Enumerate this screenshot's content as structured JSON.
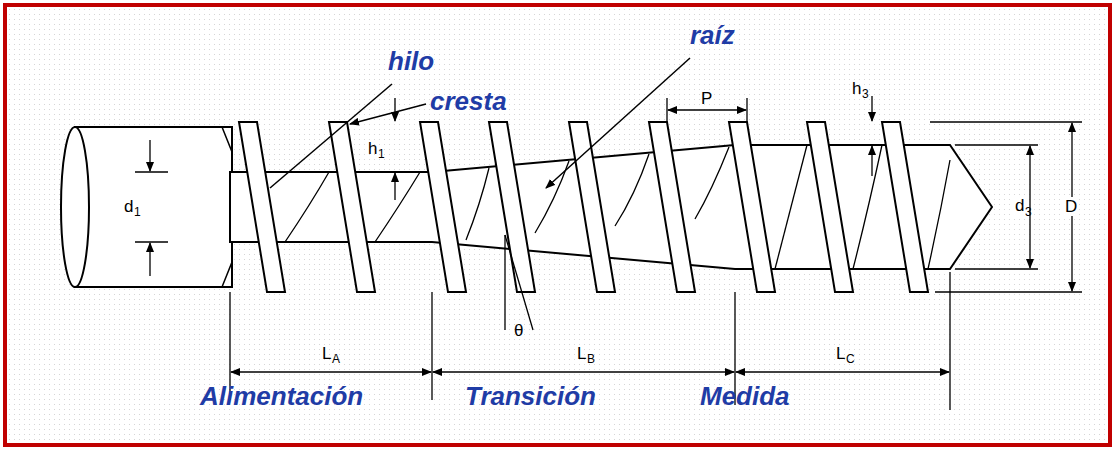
{
  "diagram": {
    "labels": [
      "hilo",
      "raíz",
      "cresta",
      "P",
      "h",
      "3",
      "h",
      "1",
      "d",
      "1",
      "d",
      "3",
      "D",
      "θ",
      "L",
      "A",
      "L",
      "B",
      "L",
      "C",
      "Alimentación",
      "Transición",
      "Medida"
    ]
  }
}
